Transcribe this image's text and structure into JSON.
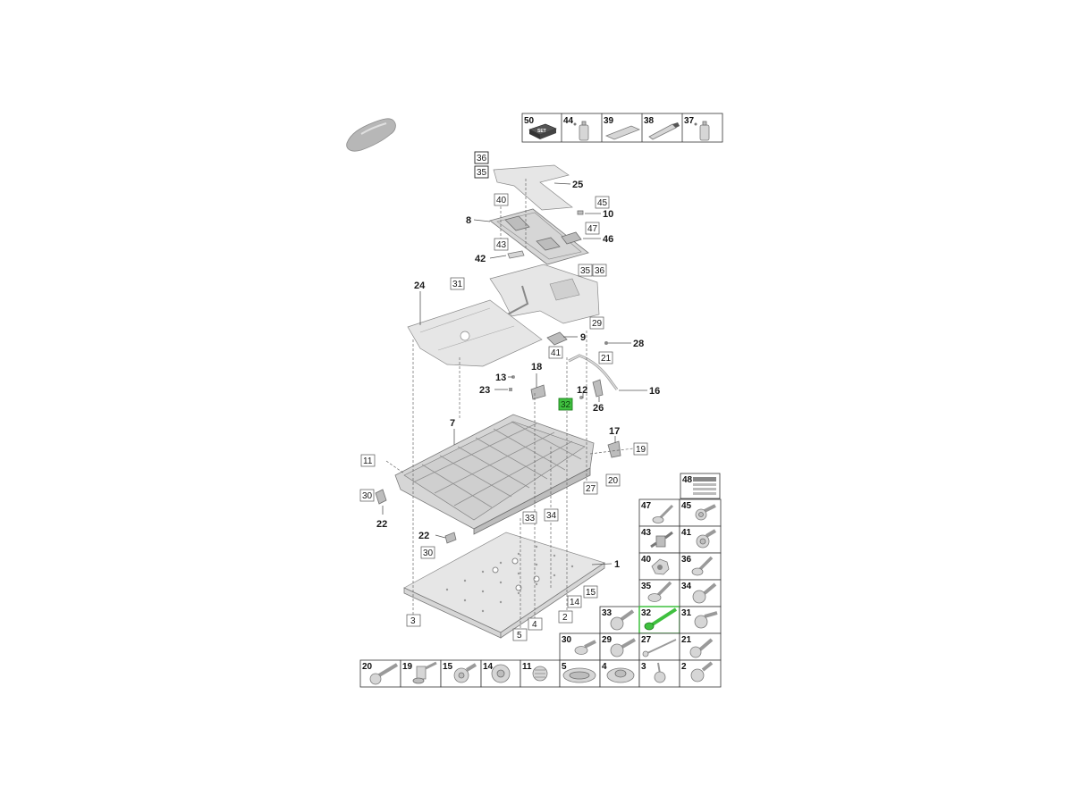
{
  "diagram": {
    "callouts": {
      "c25": "25",
      "c10": "10",
      "c8": "8",
      "c46": "46",
      "c42": "42",
      "c24": "24",
      "c9": "9",
      "c28": "28",
      "c13": "13",
      "c18": "18",
      "c23": "23",
      "c12": "12",
      "c16": "16",
      "c26": "26",
      "c7": "7",
      "c17": "17",
      "c22a": "22",
      "c22b": "22",
      "c1": "1"
    },
    "boxed_refs": {
      "b36a": "36",
      "b35a": "35",
      "b40": "40",
      "b45": "45",
      "b47": "47",
      "b43": "43",
      "b35b": "35",
      "b36b": "36",
      "b31": "31",
      "b29": "29",
      "b41": "41",
      "b21": "21",
      "b32": "32",
      "b19": "19",
      "b20": "20",
      "b27": "27",
      "b11": "11",
      "b30a": "30",
      "b33": "33",
      "b34": "34",
      "b30b": "30",
      "b15": "15",
      "b14": "14",
      "b2": "2",
      "b3": "3",
      "b4": "4",
      "b5": "5"
    },
    "top_strip": [
      "50",
      "44",
      "39",
      "38",
      "37"
    ],
    "label_50": "SET",
    "grid_48": {
      "num": "48"
    },
    "grid": [
      [
        "47",
        "45"
      ],
      [
        "43",
        "41"
      ],
      [
        "40",
        "36"
      ],
      [
        "35",
        "34"
      ],
      [
        "33",
        "32",
        "31"
      ],
      [
        "30",
        "29",
        "27",
        "21"
      ],
      [
        "20",
        "19",
        "15",
        "14",
        "11",
        "5",
        "4",
        "3",
        "2"
      ]
    ],
    "highlight": "32",
    "colors": {
      "highlight": "#3fc03f",
      "parts": "#d6d6d6",
      "lines": "#555555"
    },
    "icons": [
      "car-silhouette-icon",
      "bolt-icon",
      "nut-icon",
      "grommet-icon",
      "spray-can-icon",
      "tube-icon",
      "adhesive-pad-icon",
      "warning-label-icon"
    ]
  }
}
